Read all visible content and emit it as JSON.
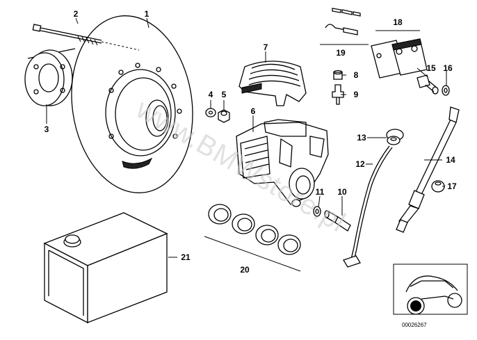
{
  "diagram": {
    "watermark": "www.BMWstore.pl",
    "document_id": "00026267",
    "callouts": [
      "1",
      "2",
      "3",
      "4",
      "5",
      "6",
      "7",
      "8",
      "9",
      "10",
      "11",
      "12",
      "13",
      "14",
      "15",
      "16",
      "17",
      "18",
      "19",
      "20",
      "21"
    ]
  }
}
